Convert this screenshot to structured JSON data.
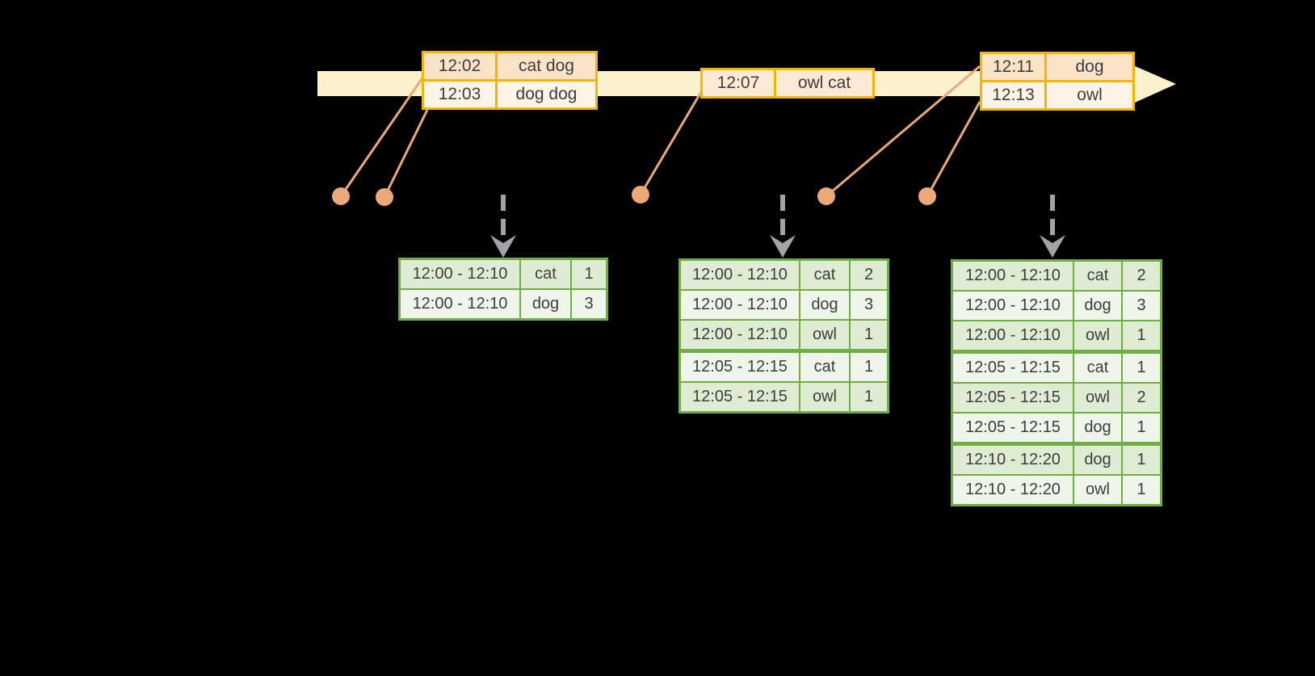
{
  "colors": {
    "background": "#000000",
    "timeline_band": "#fcf1cd",
    "gold_border": "#f2b600",
    "event_row_dark": "#fae3c7",
    "event_row_light": "#fdf3e6",
    "event_row_mid": "#fcead6",
    "connector": "#eba878",
    "dashed_arrow": "#a3a3a3",
    "green_border": "#70ad47",
    "result_row_dark": "#deecd3",
    "result_row_light": "#eff5ea",
    "text": "#3d3d3d"
  },
  "event_tables": [
    {
      "rows": [
        {
          "time": "12:02",
          "words": "cat dog",
          "shade": "dark"
        },
        {
          "time": "12:03",
          "words": "dog dog",
          "shade": "light"
        }
      ]
    },
    {
      "rows": [
        {
          "time": "12:07",
          "words": "owl cat",
          "shade": "mid"
        }
      ]
    },
    {
      "rows": [
        {
          "time": "12:11",
          "words": "dog",
          "shade": "dark"
        },
        {
          "time": "12:13",
          "words": "owl",
          "shade": "light"
        }
      ]
    }
  ],
  "result_tables": [
    {
      "group_starts": [],
      "rows": [
        {
          "window": "12:00 - 12:10",
          "word": "cat",
          "count": "1"
        },
        {
          "window": "12:00 - 12:10",
          "word": "dog",
          "count": "3"
        }
      ]
    },
    {
      "group_starts": [
        3
      ],
      "rows": [
        {
          "window": "12:00 - 12:10",
          "word": "cat",
          "count": "2"
        },
        {
          "window": "12:00 - 12:10",
          "word": "dog",
          "count": "3"
        },
        {
          "window": "12:00 - 12:10",
          "word": "owl",
          "count": "1"
        },
        {
          "window": "12:05 - 12:15",
          "word": "cat",
          "count": "1"
        },
        {
          "window": "12:05 - 12:15",
          "word": "owl",
          "count": "1"
        }
      ]
    },
    {
      "group_starts": [
        3,
        6
      ],
      "rows": [
        {
          "window": "12:00 - 12:10",
          "word": "cat",
          "count": "2"
        },
        {
          "window": "12:00 - 12:10",
          "word": "dog",
          "count": "3"
        },
        {
          "window": "12:00 - 12:10",
          "word": "owl",
          "count": "1"
        },
        {
          "window": "12:05 - 12:15",
          "word": "cat",
          "count": "1"
        },
        {
          "window": "12:05 - 12:15",
          "word": "owl",
          "count": "2"
        },
        {
          "window": "12:05 - 12:15",
          "word": "dog",
          "count": "1"
        },
        {
          "window": "12:10 - 12:20",
          "word": "dog",
          "count": "1"
        },
        {
          "window": "12:10 - 12:20",
          "word": "owl",
          "count": "1"
        }
      ]
    }
  ]
}
